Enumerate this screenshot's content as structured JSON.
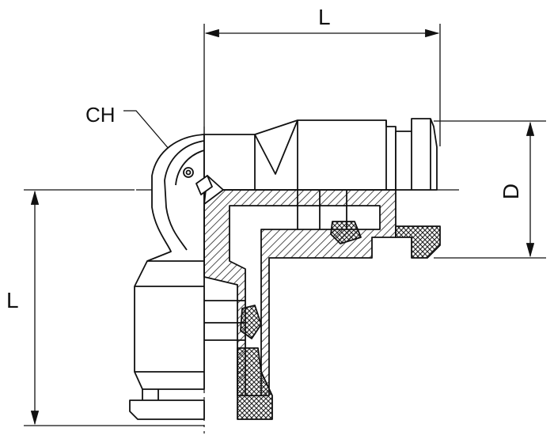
{
  "labels": {
    "length_top": "L",
    "length_left": "L",
    "diameter": "D",
    "hex": "CH"
  }
}
